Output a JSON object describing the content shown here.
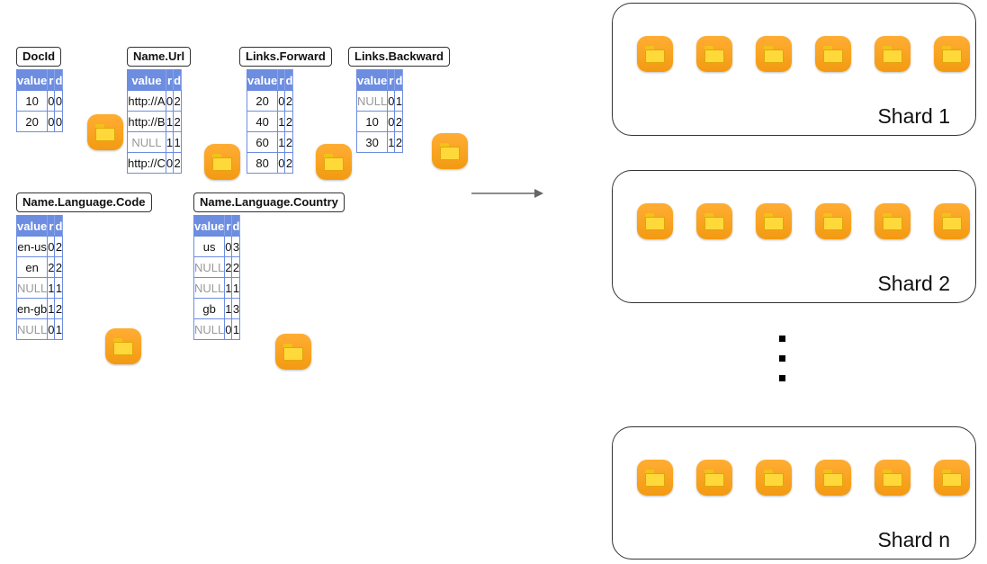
{
  "columns": [
    {
      "id": "docid",
      "title": "DocId",
      "headers": [
        "value",
        "r",
        "d"
      ],
      "rows": [
        [
          "10",
          "0",
          "0"
        ],
        [
          "20",
          "0",
          "0"
        ]
      ]
    },
    {
      "id": "name-url",
      "title": "Name.Url",
      "headers": [
        "value",
        "r",
        "d"
      ],
      "rows": [
        [
          "http://A",
          "0",
          "2"
        ],
        [
          "http://B",
          "1",
          "2"
        ],
        [
          "NULL",
          "1",
          "1"
        ],
        [
          "http://C",
          "0",
          "2"
        ]
      ]
    },
    {
      "id": "links-forward",
      "title": "Links.Forward",
      "headers": [
        "value",
        "r",
        "d"
      ],
      "rows": [
        [
          "20",
          "0",
          "2"
        ],
        [
          "40",
          "1",
          "2"
        ],
        [
          "60",
          "1",
          "2"
        ],
        [
          "80",
          "0",
          "2"
        ]
      ]
    },
    {
      "id": "links-backward",
      "title": "Links.Backward",
      "headers": [
        "value",
        "r",
        "d"
      ],
      "rows": [
        [
          "NULL",
          "0",
          "1"
        ],
        [
          "10",
          "0",
          "2"
        ],
        [
          "30",
          "1",
          "2"
        ]
      ]
    },
    {
      "id": "name-language-code",
      "title": "Name.Language.Code",
      "headers": [
        "value",
        "r",
        "d"
      ],
      "rows": [
        [
          "en-us",
          "0",
          "2"
        ],
        [
          "en",
          "2",
          "2"
        ],
        [
          "NULL",
          "1",
          "1"
        ],
        [
          "en-gb",
          "1",
          "2"
        ],
        [
          "NULL",
          "0",
          "1"
        ]
      ]
    },
    {
      "id": "name-language-country",
      "title": "Name.Language.Country",
      "headers": [
        "value",
        "r",
        "d"
      ],
      "rows": [
        [
          "us",
          "0",
          "3"
        ],
        [
          "NULL",
          "2",
          "2"
        ],
        [
          "NULL",
          "1",
          "1"
        ],
        [
          "gb",
          "1",
          "3"
        ],
        [
          "NULL",
          "0",
          "1"
        ]
      ]
    }
  ],
  "shards": [
    {
      "label": "Shard 1",
      "files": 6
    },
    {
      "label": "Shard 2",
      "files": 6
    },
    {
      "label": "Shard n",
      "files": 6
    }
  ],
  "icons": {
    "file": "folder-icon",
    "arrow": "arrow-right-icon",
    "ellipsis": "vertical-ellipsis"
  },
  "colors": {
    "table_header": "#6d8de0",
    "folder": "#f7a21b",
    "null_text": "#999999"
  }
}
